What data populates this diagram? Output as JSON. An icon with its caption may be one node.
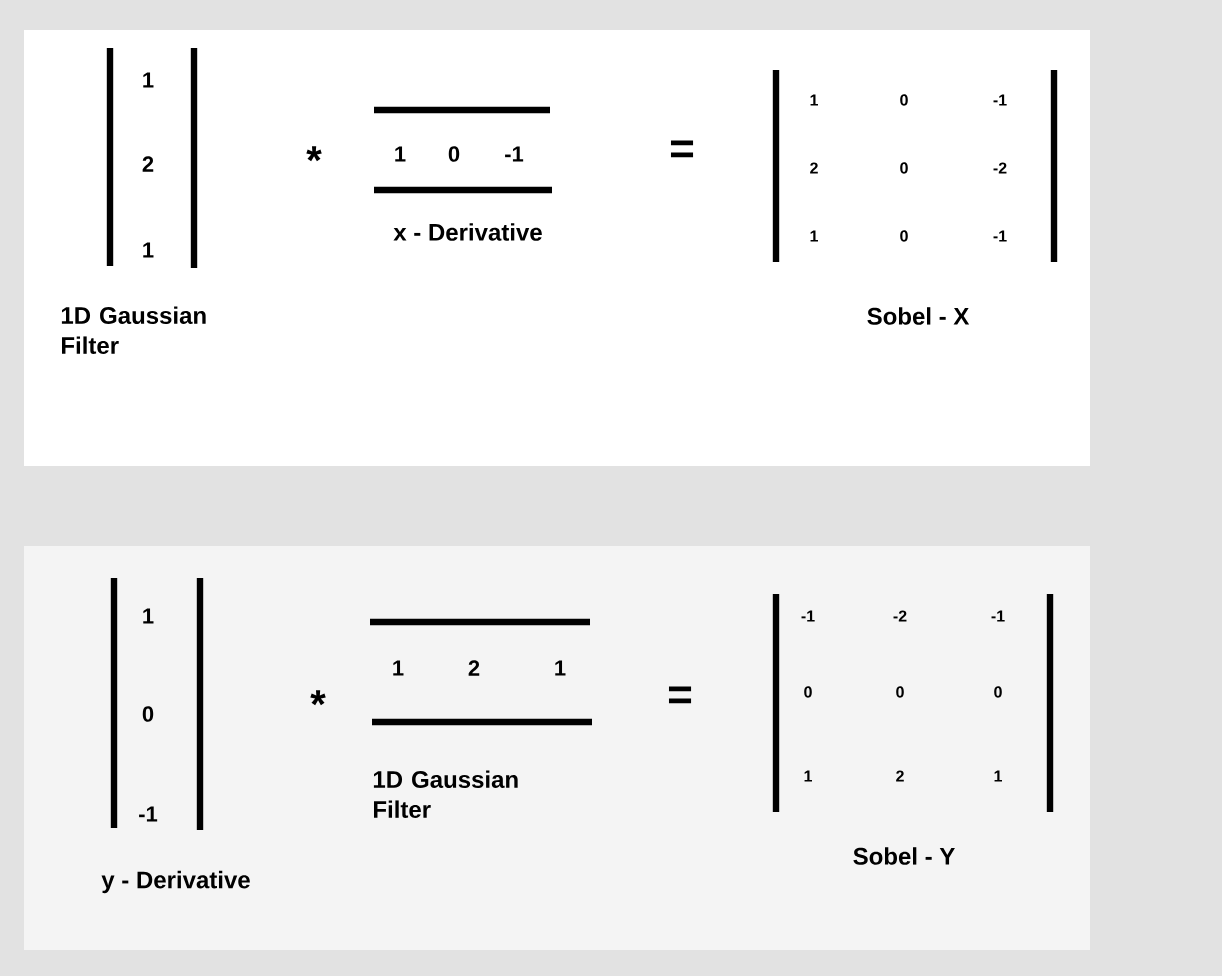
{
  "diagram": {
    "labels": [
      "1",
      "2",
      "1",
      "*",
      "1",
      "0",
      "-1",
      "x - Derivative",
      "=",
      "1",
      "0",
      "-1",
      "2",
      "0",
      "-2",
      "1",
      "0",
      "-1",
      "1D Gaussian Filter",
      "Sobel - X",
      "1",
      "0",
      "-1",
      "*",
      "1",
      "2",
      "1",
      "=",
      "-1",
      "-2",
      "-1",
      "0",
      "0",
      "0",
      "1",
      "2",
      "1",
      "1D Gaussian Filter",
      "y - Derivative",
      "Sobel - Y"
    ]
  }
}
